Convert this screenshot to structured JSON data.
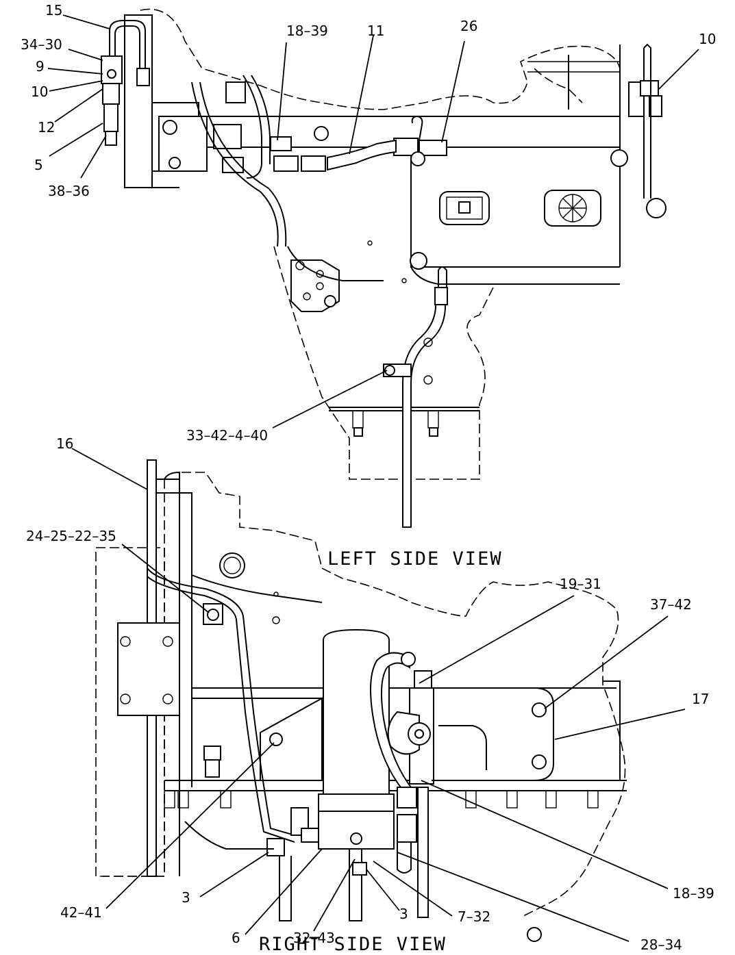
{
  "views": {
    "left": {
      "title": "LEFT SIDE VIEW"
    },
    "right": {
      "title": "RIGHT SIDE VIEW"
    }
  },
  "callouts": {
    "c15": "15",
    "c34_30": "34–30",
    "c9": "9",
    "c10a": "10",
    "c12": "12",
    "c5": "5",
    "c38_36": "38–36",
    "c18_39a": "18–39",
    "c11": "11",
    "c26": "26",
    "c10b": "10",
    "c33_42_4_40": "33–42–4–40",
    "c16": "16",
    "c24_25_22_35": "24–25–22–35",
    "c19_31": "19–31",
    "c37_42": "37–42",
    "c17": "17",
    "c18_39b": "18–39",
    "c42_41": "42–41",
    "c3a": "3",
    "c6": "6",
    "c32_43": "32–43",
    "c3b": "3",
    "c7_32": "7–32",
    "c28_34": "28–34"
  }
}
